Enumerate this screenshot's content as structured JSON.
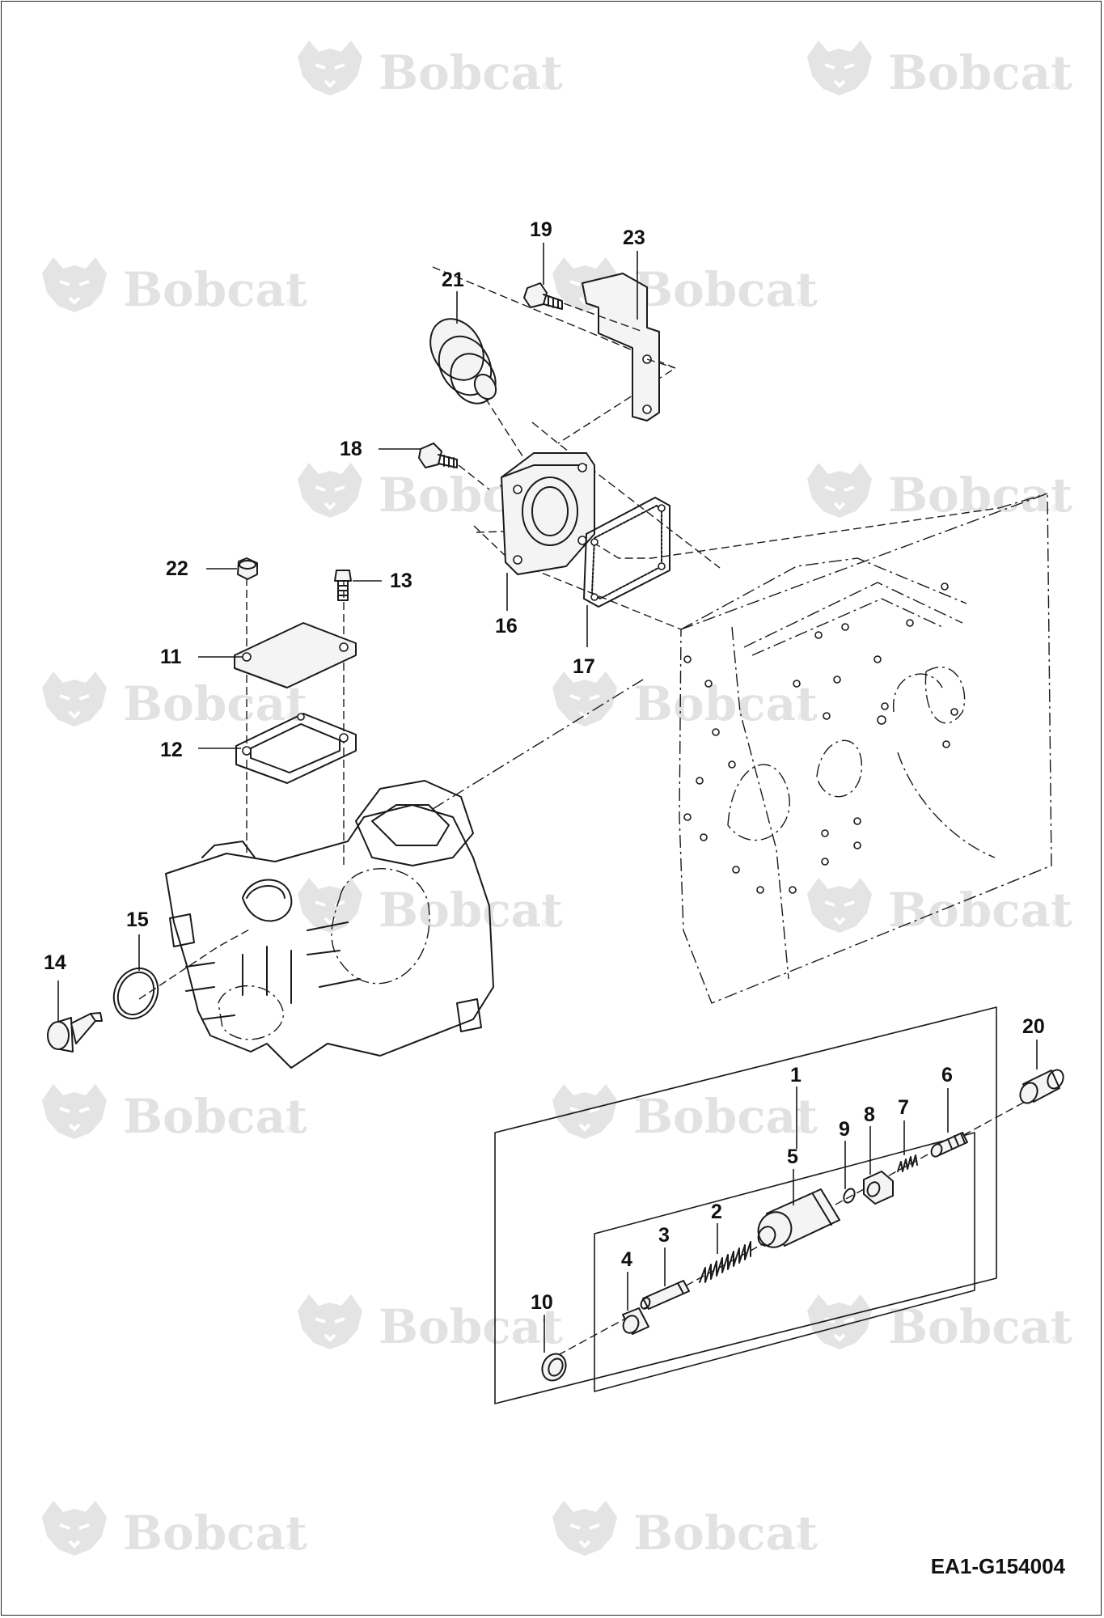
{
  "watermark": {
    "brand": "Bobcat",
    "registered_mark": "®",
    "icon": "bobcat-head-logo"
  },
  "drawing_code": "EA1-G154004",
  "callouts": {
    "c1": "1",
    "c2": "2",
    "c3": "3",
    "c4": "4",
    "c5": "5",
    "c6": "6",
    "c7": "7",
    "c8": "8",
    "c9": "9",
    "c10": "10",
    "c11": "11",
    "c12": "12",
    "c13": "13",
    "c14": "14",
    "c15": "15",
    "c16": "16",
    "c17": "17",
    "c18": "18",
    "c19": "19",
    "c20": "20",
    "c21": "21",
    "c22": "22",
    "c23": "23"
  }
}
